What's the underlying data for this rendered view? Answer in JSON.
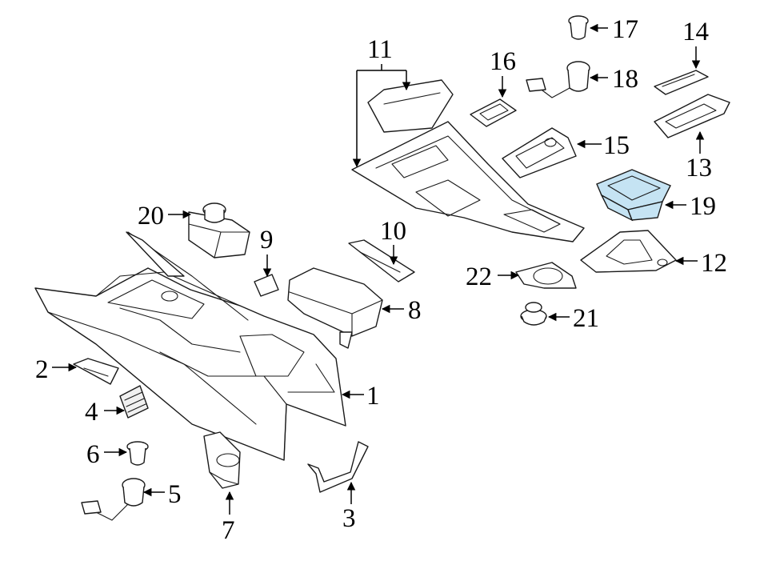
{
  "diagram": {
    "highlight_color": "#c5e3f3",
    "line_color": "#1a1a1a",
    "callouts": [
      "1",
      "2",
      "3",
      "4",
      "5",
      "6",
      "7",
      "8",
      "9",
      "10",
      "11",
      "12",
      "13",
      "14",
      "15",
      "16",
      "17",
      "18",
      "19",
      "20",
      "21",
      "22"
    ],
    "highlighted_part": "19"
  }
}
